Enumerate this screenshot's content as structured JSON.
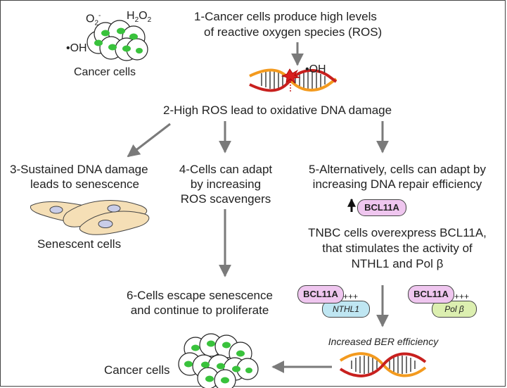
{
  "ros_labels": {
    "superoxide": "O2-",
    "peroxide": "H2O2",
    "hydroxyl": "•OH"
  },
  "top_cells_label": "Cancer cells",
  "step1": {
    "line1": "1-Cancer cells produce high levels",
    "line2": "of reactive oxygen species (ROS)"
  },
  "damage_hydroxyl": "•OH",
  "step2": "2-High ROS lead to oxidative DNA damage",
  "step3": {
    "line1": "3-Sustained DNA damage",
    "line2": "leads to senescence"
  },
  "senescent_label": "Senescent cells",
  "step4": {
    "line1": "4-Cells can adapt",
    "line2": "by increasing",
    "line3": "ROS scavengers"
  },
  "step5": {
    "line1": "5-Alternatively, cells can adapt by",
    "line2": "increasing DNA repair efficiency"
  },
  "bcl11a_label": "BCL11A",
  "tnbc": {
    "line1": "TNBC cells overexpress BCL11A,",
    "line2": "that stimulates the activity of",
    "line3": "NTHL1 and Pol β"
  },
  "step6": {
    "line1": "6-Cells escape senescence",
    "line2": "and continue to proliferate"
  },
  "complex1": {
    "protein": "BCL11A",
    "partner": "NTHL1",
    "plus": "+++"
  },
  "complex2": {
    "protein": "BCL11A",
    "partner": "Pol β",
    "plus": "+++"
  },
  "ber_label": "Increased BER efficiency",
  "bottom_cells_label": "Cancer cells",
  "colors": {
    "nucleus": "#39c23c",
    "bcl11a_fill": "#efc6ef",
    "nthl1_fill": "#bfe6f2",
    "polb_fill": "#dcefb0",
    "senescent_fill": "#f5dfb6",
    "dna_orange": "#f39a1e",
    "dna_red": "#c8201e",
    "arrow": "#7a7a7a"
  }
}
